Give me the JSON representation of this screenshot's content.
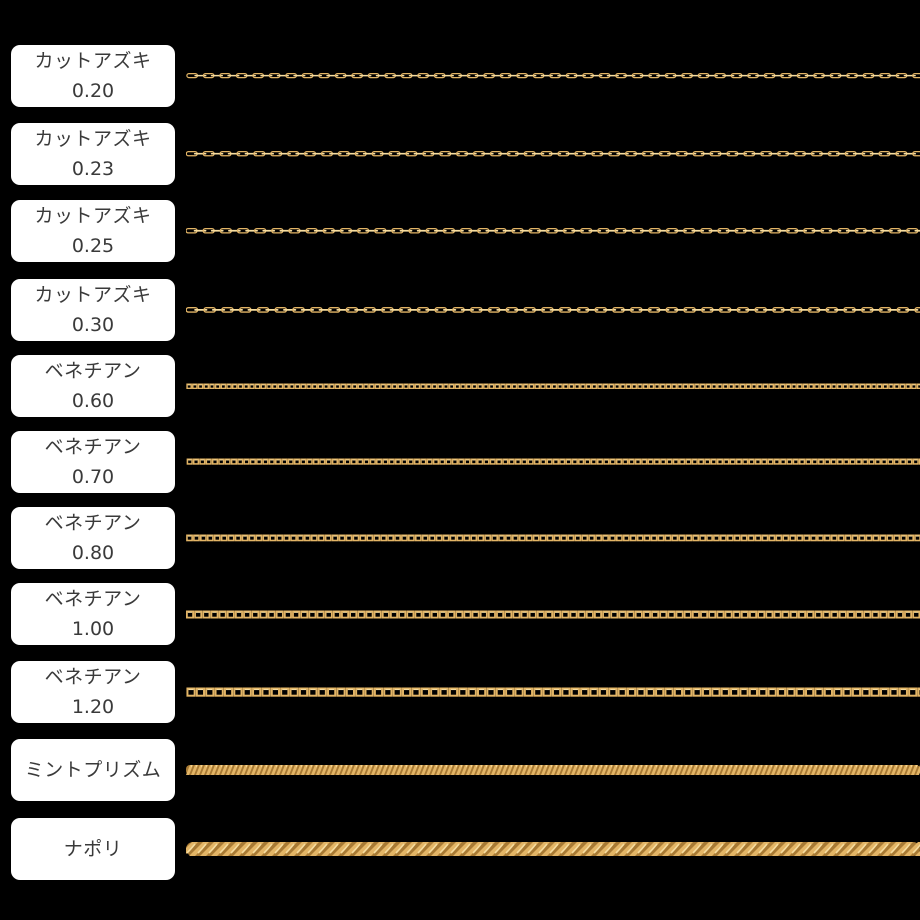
{
  "chains": [
    {
      "name": "カットアズキ",
      "size": "0.20",
      "style": "cable",
      "thickness": 0.2
    },
    {
      "name": "カットアズキ",
      "size": "0.23",
      "style": "cable",
      "thickness": 0.23
    },
    {
      "name": "カットアズキ",
      "size": "0.25",
      "style": "cable",
      "thickness": 0.25
    },
    {
      "name": "カットアズキ",
      "size": "0.30",
      "style": "cable",
      "thickness": 0.3
    },
    {
      "name": "ベネチアン",
      "size": "0.60",
      "style": "box",
      "thickness": 0.6
    },
    {
      "name": "ベネチアン",
      "size": "0.70",
      "style": "box",
      "thickness": 0.7
    },
    {
      "name": "ベネチアン",
      "size": "0.80",
      "style": "box",
      "thickness": 0.8
    },
    {
      "name": "ベネチアン",
      "size": "1.00",
      "style": "box",
      "thickness": 1.0
    },
    {
      "name": "ベネチアン",
      "size": "1.20",
      "style": "box",
      "thickness": 1.2
    },
    {
      "name": "ミントプリズム",
      "size": "",
      "style": "prism",
      "thickness": 1.6
    },
    {
      "name": "ナポリ",
      "size": "",
      "style": "rope",
      "thickness": 2.6
    }
  ],
  "colors": {
    "gold": "#e3b566",
    "gold_light": "#f6dc9e",
    "gold_dark": "#a87a34",
    "background": "#000000",
    "label_bg": "#ffffff",
    "label_text": "#3a3a3a"
  }
}
